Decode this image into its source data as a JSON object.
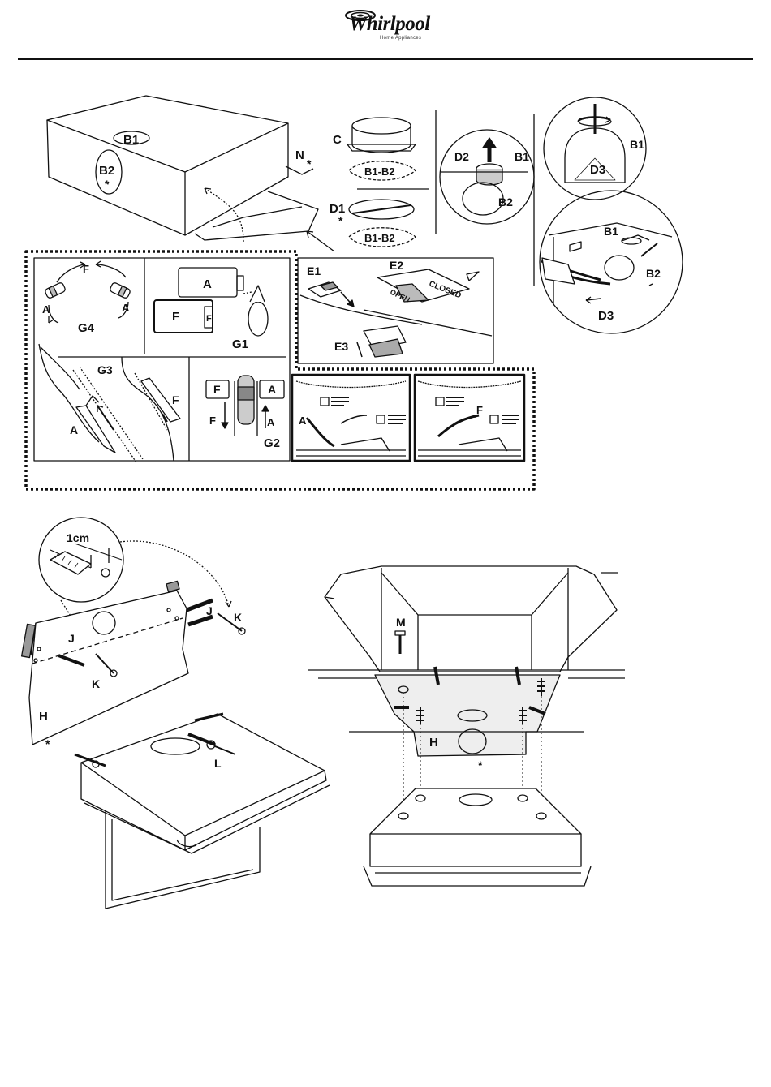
{
  "header": {
    "brand": "Whirlpool",
    "brand_sub": "Home Appliances"
  },
  "labels": {
    "b1": "B1",
    "b2": "B2",
    "n": "N",
    "c": "C",
    "b1b2": "B1-B2",
    "d1": "D1",
    "d2": "D2",
    "d3": "D3",
    "e1": "E1",
    "e2": "E2",
    "e3": "E3",
    "f": "F",
    "a": "A",
    "g1": "G1",
    "g2": "G2",
    "g3": "G3",
    "g4": "G4",
    "h": "H",
    "j": "J",
    "k": "K",
    "l": "L",
    "m": "M",
    "one_cm": "1cm",
    "star": "*",
    "open": "OPEN",
    "closed": "CLOSED"
  }
}
